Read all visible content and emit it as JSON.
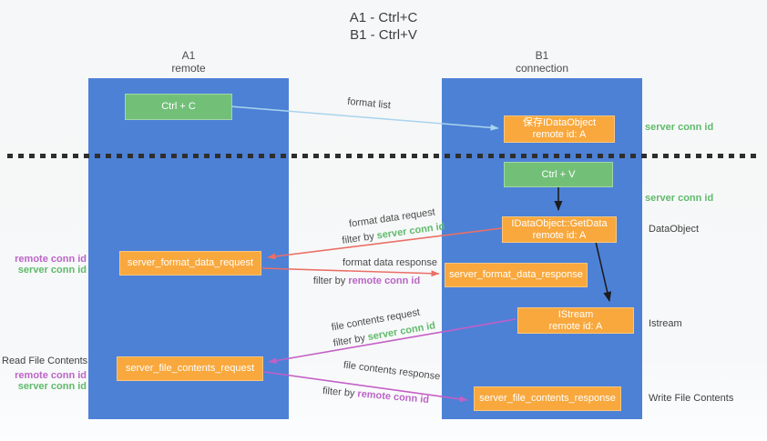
{
  "title": {
    "line1": "A1 - Ctrl+C",
    "line2": "B1 - Ctrl+V"
  },
  "lanes": {
    "a": {
      "name": "A1",
      "subtitle": "remote"
    },
    "b": {
      "name": "B1",
      "subtitle": "connection"
    }
  },
  "nodes": {
    "ctrl_c": "Ctrl + C",
    "ctrl_v": "Ctrl + V",
    "save_dataobject": {
      "line1": "保存IDataObject",
      "line2": "remote id: A"
    },
    "getdata": {
      "line1": "IDataObject::GetData",
      "line2": "remote id: A"
    },
    "istream": {
      "line1": "IStream",
      "line2": "remote id: A"
    },
    "format_request": "server_format_data_request",
    "format_response": "server_format_data_response",
    "file_request": "server_file_contents_request",
    "file_response": "server_file_contents_response"
  },
  "arrow_labels": {
    "format_list": "format list",
    "format_data_request": "format data request",
    "format_data_response": "format data response",
    "file_contents_request": "file contents request",
    "file_contents_response": "file contents response",
    "filter_by": "filter by ",
    "server_conn_id": "server conn id",
    "remote_conn_id": "remote conn id"
  },
  "side_labels": {
    "server_conn_id_top": "server conn id",
    "server_conn_id_mid": "server conn id",
    "dataobject": "DataObject",
    "istream": "Istream",
    "write_file_contents": "Write File Contents",
    "read_file_contents": "Read File Contents",
    "remote_conn_id_1": "remote conn id",
    "server_conn_id_1": "server conn id",
    "remote_conn_id_2": "remote conn id",
    "server_conn_id_2": "server conn id"
  },
  "colors": {
    "blue": "#4d81d6",
    "green": "#72c078",
    "orange": "#f8a83d",
    "lightblue": "#a9d4ee",
    "salmon": "#ea6f66",
    "magenta": "#c45fc6",
    "purpletext": "#bb64c6",
    "greentext": "#5fba6b",
    "black": "#1d1d1d"
  }
}
